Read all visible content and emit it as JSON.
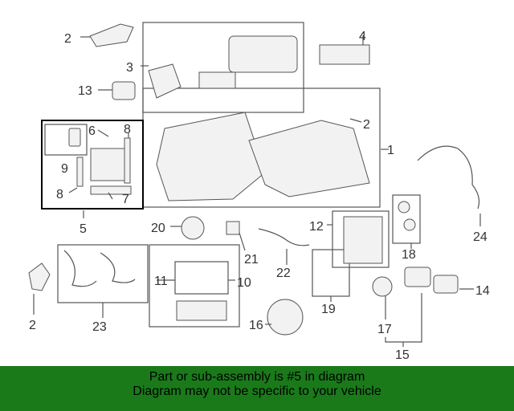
{
  "diagram": {
    "callouts": {
      "c1": "1",
      "c2a": "2",
      "c2b": "2",
      "c2c": "2",
      "c3": "3",
      "c4": "4",
      "c5": "5",
      "c6": "6",
      "c7": "7",
      "c8a": "8",
      "c8b": "8",
      "c9": "9",
      "c10": "10",
      "c11": "11",
      "c12": "12",
      "c13": "13",
      "c14": "14",
      "c15": "15",
      "c16": "16",
      "c17": "17",
      "c18": "18",
      "c19": "19",
      "c20": "20",
      "c21": "21",
      "c22": "22",
      "c23": "23",
      "c24": "24"
    }
  },
  "banner": {
    "line1": "Part or sub-assembly is #5 in diagram",
    "line2": "Diagram may not be specific to your vehicle"
  },
  "colors": {
    "banner_bg": "#1a7a1a",
    "line": "#555555",
    "highlight_box": "#000000"
  }
}
